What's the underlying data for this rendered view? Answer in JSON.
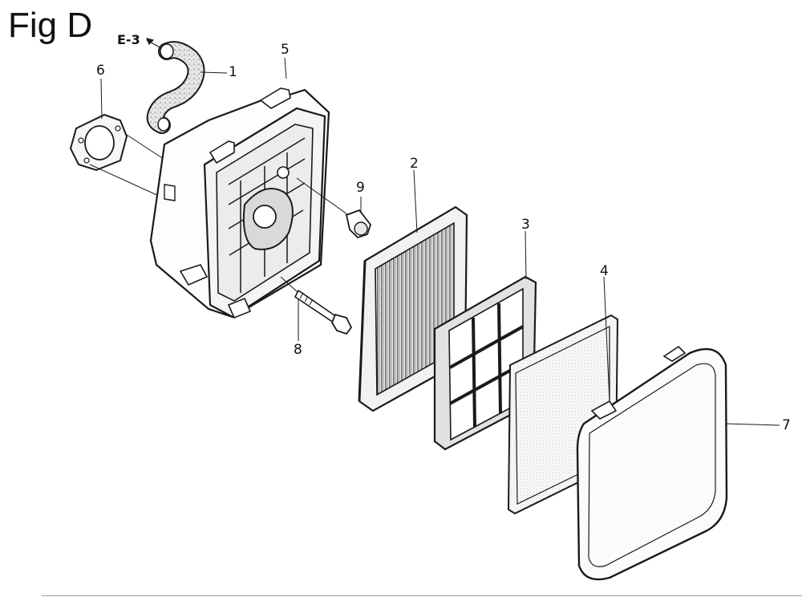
{
  "figure": {
    "title": "Fig D",
    "reference": "E-3",
    "callouts": {
      "c1": "1",
      "c2": "2",
      "c3": "3",
      "c4": "4",
      "c5": "5",
      "c6": "6",
      "c7": "7",
      "c8": "8",
      "c9": "9"
    }
  },
  "colors": {
    "line": "#1a1a1a",
    "shade": "#cfcfcf",
    "background": "#ffffff"
  }
}
